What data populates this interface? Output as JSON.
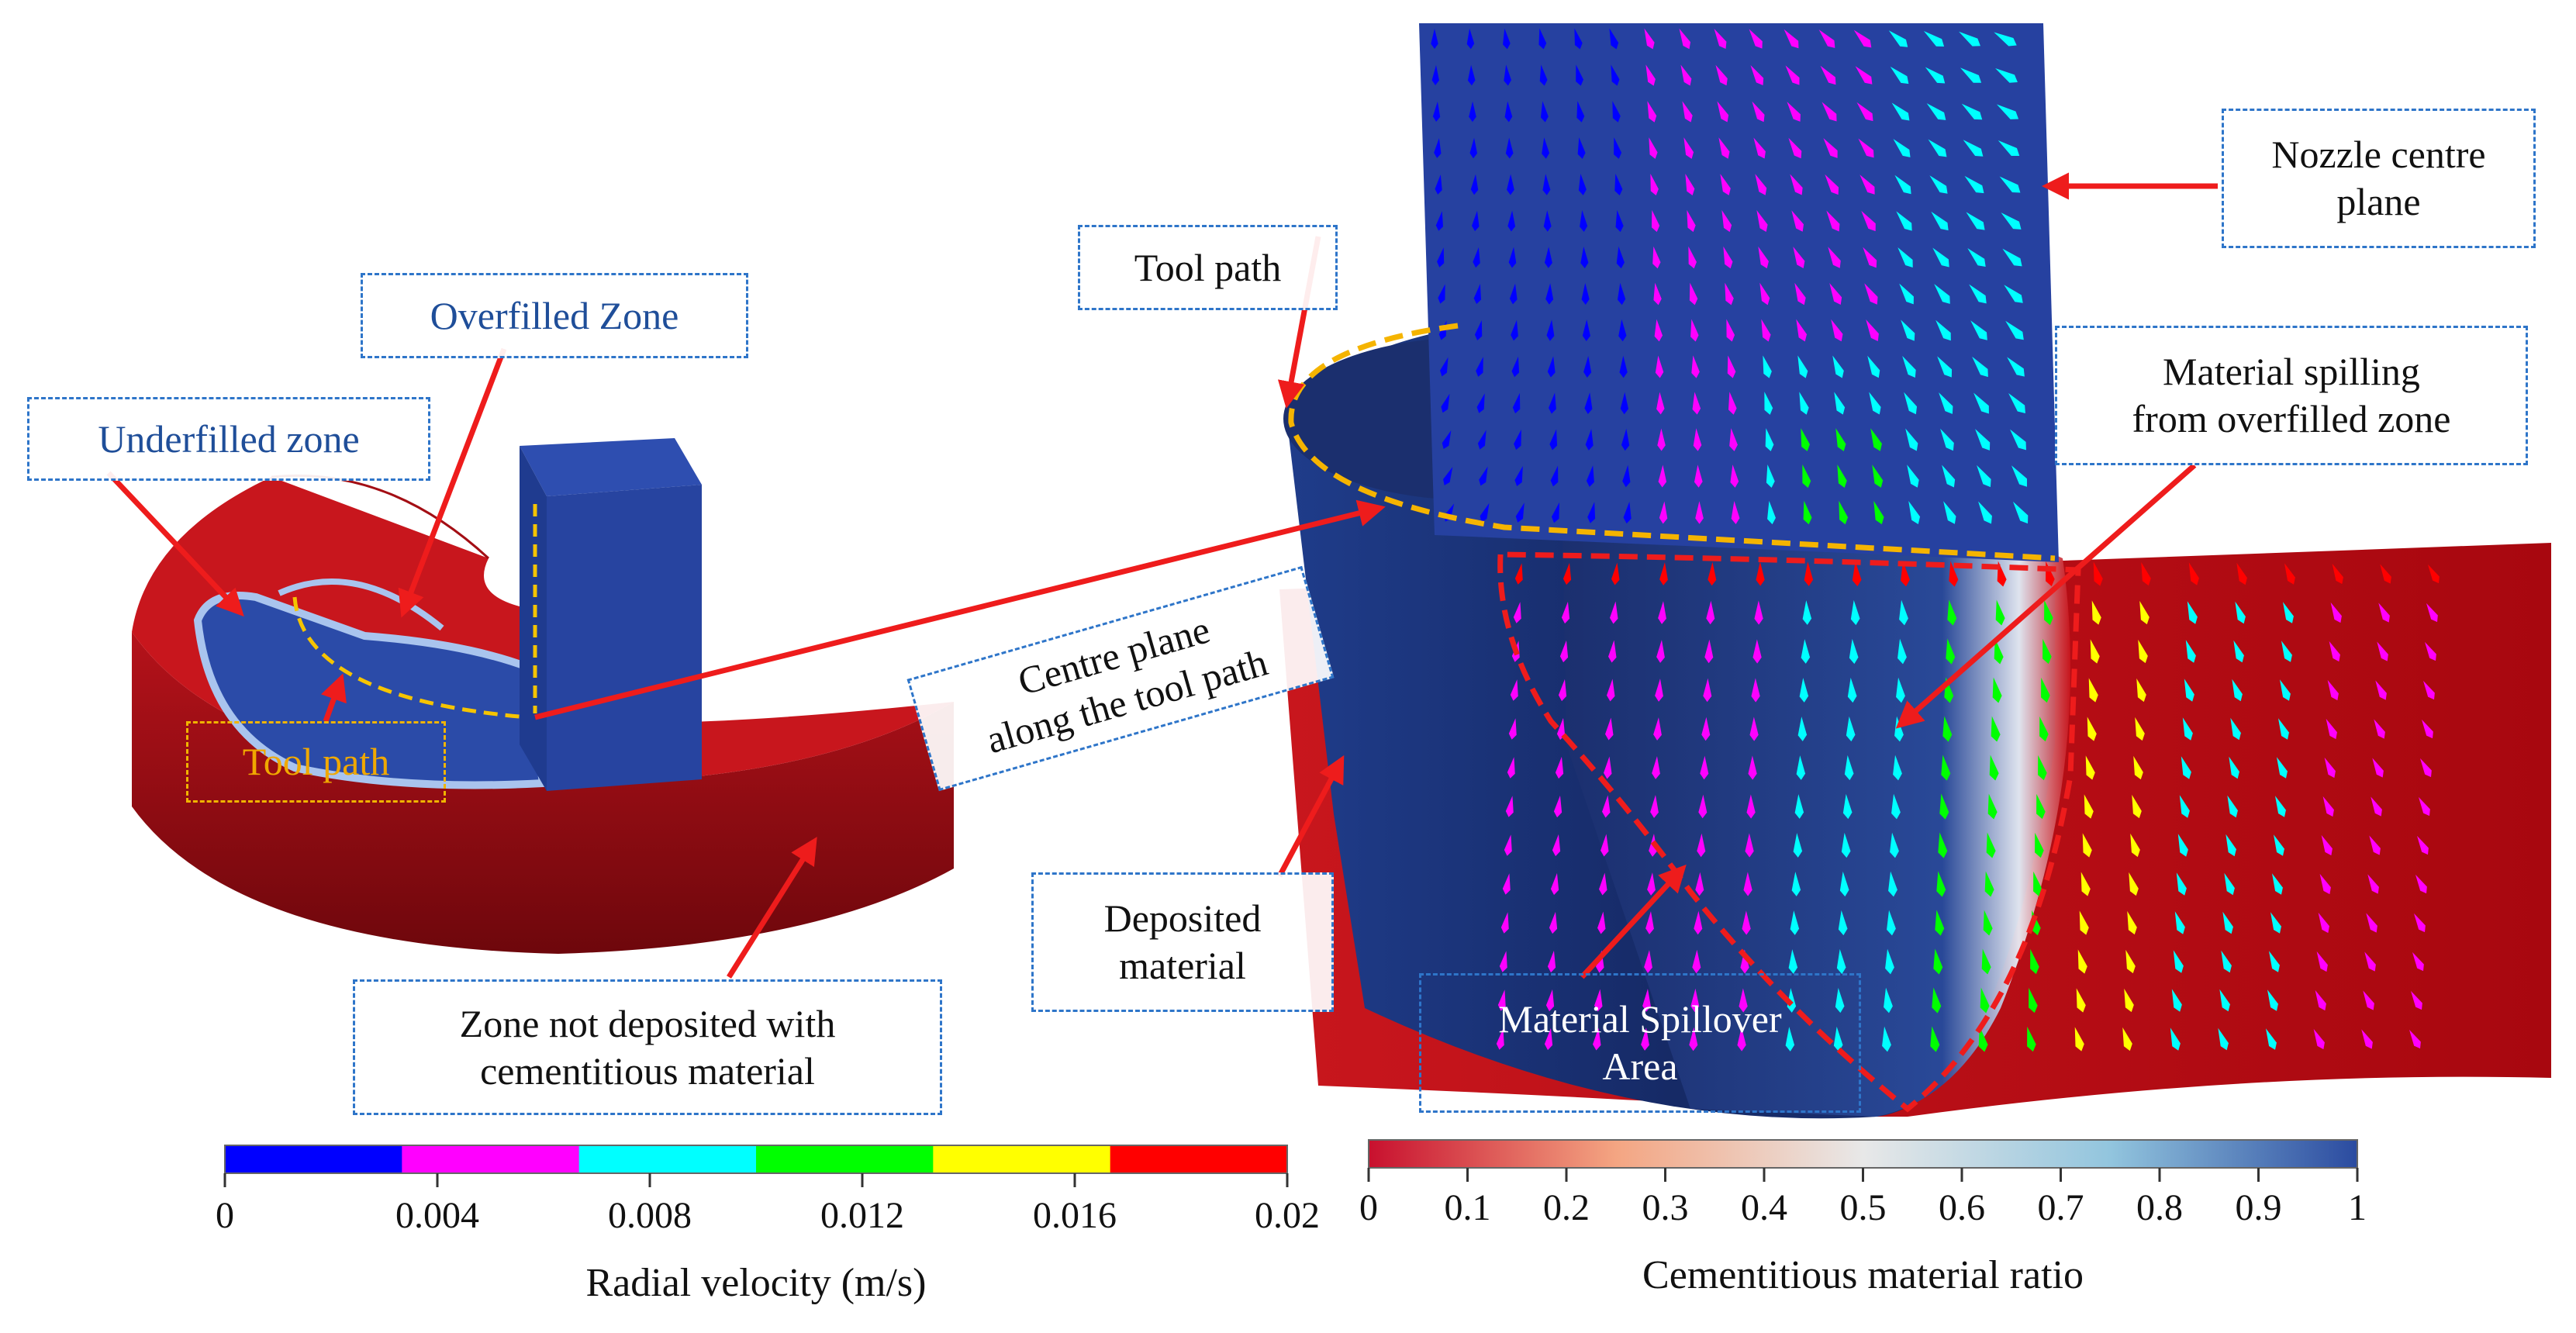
{
  "labels": {
    "underfilled_zone": "Underfilled zone",
    "overfilled_zone": "Overfilled Zone",
    "tool_path_left": "Tool path",
    "tool_path_right": "Tool path",
    "centre_plane": "Centre plane\nalong the tool path",
    "zone_not_deposited": "Zone not deposited with\ncementitious material",
    "deposited_material": "Deposited\nmaterial",
    "nozzle_centre_plane": "Nozzle centre\nplane",
    "material_spilling": "Material spilling\nfrom overfilled zone",
    "material_spillover_area": "Material Spillover\nArea"
  },
  "colorbar_left": {
    "title": "Radial velocity (m/s)",
    "ticks": [
      "0",
      "0.004",
      "0.008",
      "0.012",
      "0.016",
      "0.02"
    ],
    "colors": [
      "#0000ff",
      "#ff00ff",
      "#00ffff",
      "#00ff00",
      "#ffff00",
      "#ff0000"
    ]
  },
  "colorbar_right": {
    "title": "Cementitious material ratio",
    "ticks": [
      "0",
      "0.1",
      "0.2",
      "0.3",
      "0.4",
      "0.5",
      "0.6",
      "0.7",
      "0.8",
      "0.9",
      "1"
    ],
    "gradient": [
      "#c8102e",
      "#f4a582",
      "#e8e8e8",
      "#92c5de",
      "#2b4ba0"
    ]
  },
  "colors": {
    "deposited_blue": "#1b2f6e",
    "substrate_red": "#c8161d",
    "nozzle_blue": "#2744a0",
    "callout_arrow": "#ee1c1c",
    "tool_path_dash": "#f5c400"
  }
}
